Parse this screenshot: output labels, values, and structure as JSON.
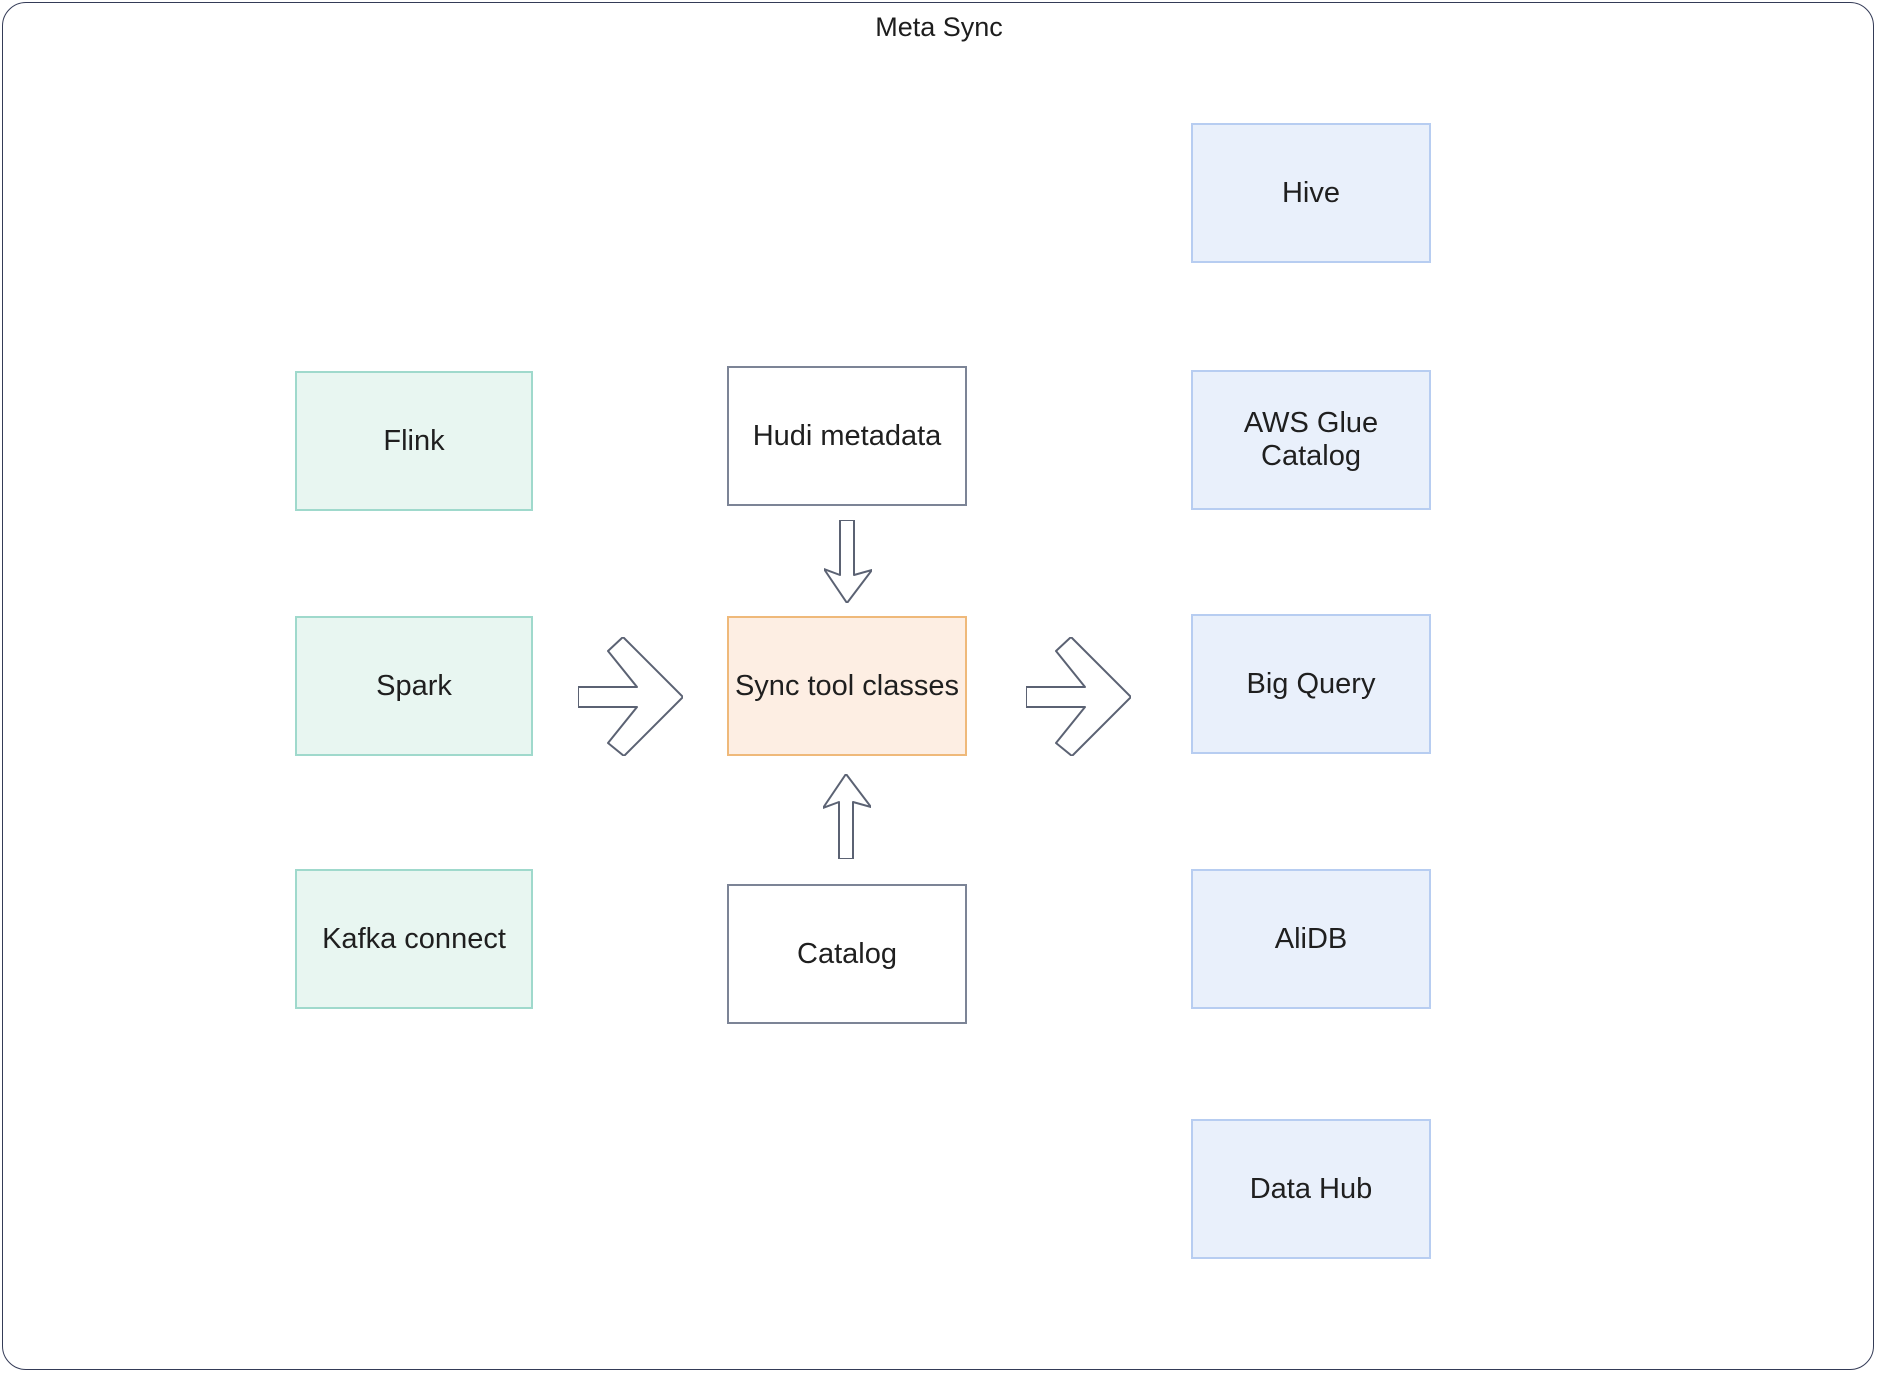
{
  "title": "Meta Sync",
  "nodes": {
    "flink": {
      "label": "Flink"
    },
    "spark": {
      "label": "Spark"
    },
    "kafka_connect": {
      "label": "Kafka connect"
    },
    "hudi_metadata": {
      "label": "Hudi metadata"
    },
    "sync_tool_classes": {
      "label": "Sync tool classes"
    },
    "catalog": {
      "label": "Catalog"
    },
    "hive": {
      "label": "Hive"
    },
    "aws_glue_catalog": {
      "label": "AWS Glue Catalog"
    },
    "big_query": {
      "label": "Big Query"
    },
    "alidb": {
      "label": "AliDB"
    },
    "data_hub": {
      "label": "Data Hub"
    }
  },
  "arrows": [
    {
      "from": "spark_inputs",
      "to": "sync_tool_classes",
      "direction": "right"
    },
    {
      "from": "hudi_metadata",
      "to": "sync_tool_classes",
      "direction": "down"
    },
    {
      "from": "catalog",
      "to": "sync_tool_classes",
      "direction": "up"
    },
    {
      "from": "sync_tool_classes",
      "to": "targets",
      "direction": "right"
    }
  ],
  "colors": {
    "source_fill": "#e8f6f1",
    "source_border": "#9fd9cc",
    "target_fill": "#e9f0fb",
    "target_border": "#b7cdf1",
    "hub_fill": "#fdeee3",
    "hub_border": "#efb97a",
    "plain_fill": "#ffffff",
    "plain_border": "#7c8496",
    "arrow_stroke": "#5b6273",
    "frame_border": "#343b57",
    "text": "#1f1f1f"
  }
}
